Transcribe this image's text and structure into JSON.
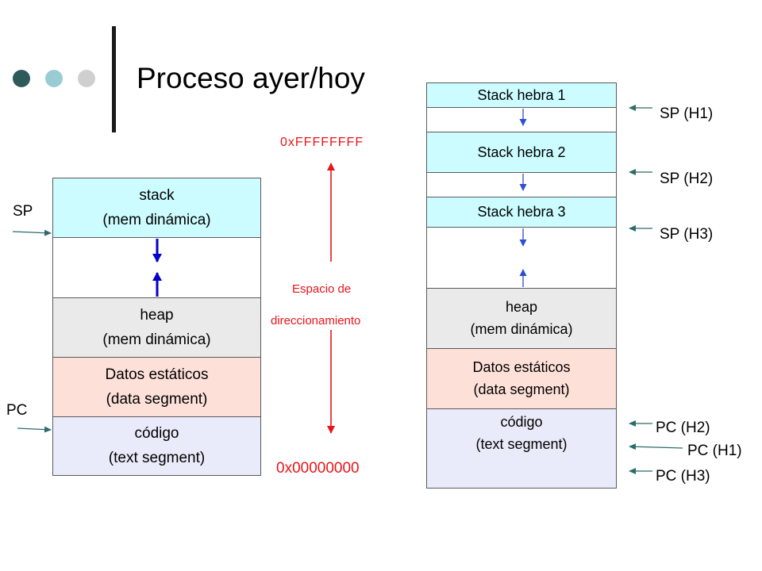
{
  "title": "Proceso ayer/hoy",
  "colors": {
    "dot_dark": "#2e5a5a",
    "dot_mid": "#99cdd3",
    "dot_light": "#cfcfcf",
    "stack_fill": "#ccfcff",
    "heap_fill": "#eaeaea",
    "data_fill": "#fde0d8",
    "code_fill": "#e9ebfa",
    "red": "#e8141a",
    "blue_arrow": "#0000c8",
    "pointer_arrow": "#2e6b6b"
  },
  "left_diagram": {
    "stack": {
      "line1": "stack",
      "line2": "(mem dinámica)"
    },
    "heap": {
      "line1": "heap",
      "line2": "(mem dinámica)"
    },
    "data": {
      "line1": "Datos estáticos",
      "line2": "(data segment)"
    },
    "code": {
      "line1": "código",
      "line2": "(text segment)"
    },
    "sp_label": "SP",
    "pc_label": "PC"
  },
  "address_space": {
    "top": "0xFFFFFFFF",
    "middle_line1": "Espacio de",
    "middle_line2": "direccionamiento",
    "bottom": "0x00000000"
  },
  "right_diagram": {
    "stack1": "Stack hebra 1",
    "stack2": "Stack hebra 2",
    "stack3": "Stack hebra 3",
    "heap": {
      "line1": "heap",
      "line2": "(mem dinámica)"
    },
    "data": {
      "line1": "Datos estáticos",
      "line2": "(data segment)"
    },
    "code": {
      "line1": "código",
      "line2": "(text segment)"
    },
    "sp_h1": "SP (H1)",
    "sp_h2": "SP (H2)",
    "sp_h3": "SP (H3)",
    "pc_h2": "PC (H2)",
    "pc_h1": "PC (H1)",
    "pc_h3": "PC (H3)"
  }
}
